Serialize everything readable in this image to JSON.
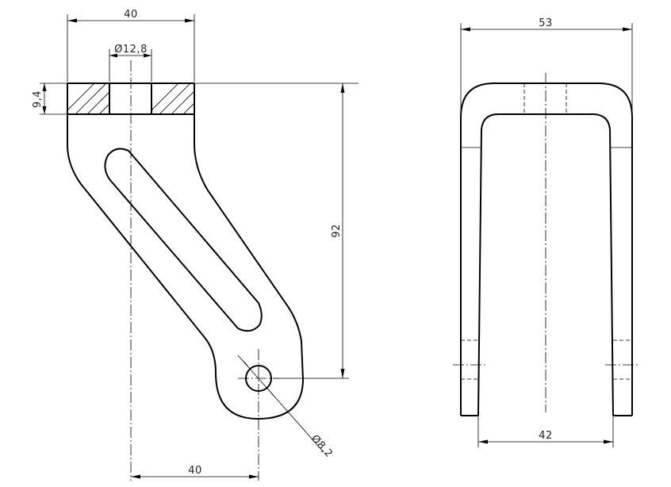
{
  "front_view": {
    "dim_top_width": "40",
    "dim_bore": "Ø12,8",
    "dim_flange_thickness": "9,4",
    "dim_height": "92",
    "dim_bottom_offset": "40",
    "dim_pin_hole": "Ø8,2"
  },
  "side_view": {
    "dim_outer_width": "53",
    "dim_inner_width": "42"
  }
}
